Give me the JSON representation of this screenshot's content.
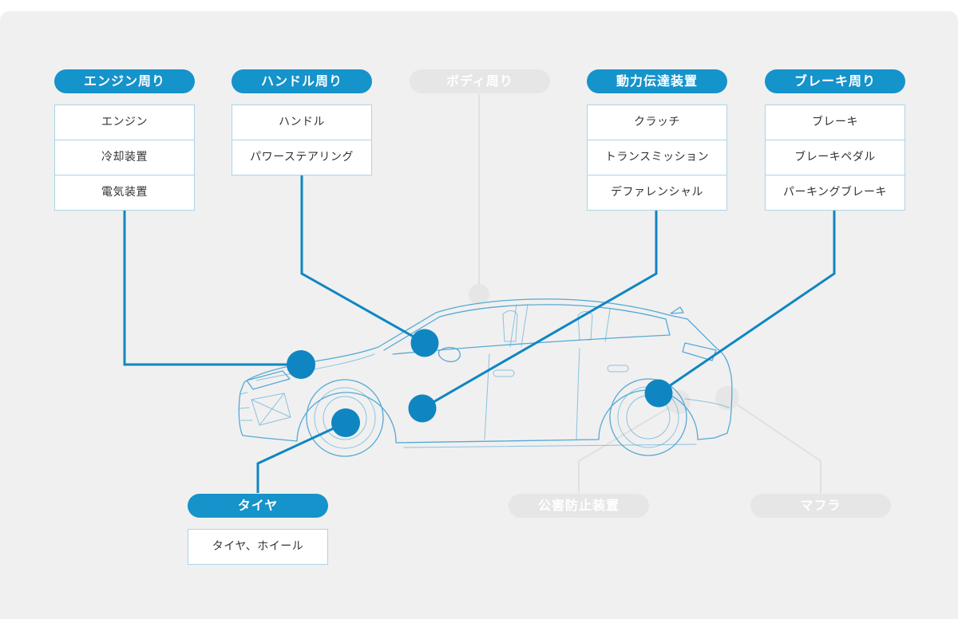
{
  "colors": {
    "pageBg": "#ffffff",
    "cardBg": "#f0f0f0",
    "accent": "#1593cb",
    "connector": "#0f86c2",
    "inactive": "#e6e6e6",
    "grayConnector": "#e0e0e0",
    "grayDot": "#e6e6e6",
    "carLine": "#55a9d6",
    "boxBorder": "#abd3e8",
    "itemText": "#333333",
    "pillText": "#ffffff"
  },
  "groups": [
    {
      "label": "エンジン周り",
      "active": true,
      "items": [
        "エンジン",
        "冷却装置",
        "電気装置"
      ]
    },
    {
      "label": "ハンドル周り",
      "active": true,
      "items": [
        "ハンドル",
        "パワーステアリング"
      ]
    },
    {
      "label": "ボディ周り",
      "active": false,
      "items": []
    },
    {
      "label": "動力伝達装置",
      "active": true,
      "items": [
        "クラッチ",
        "トランスミッション",
        "デファレンシャル"
      ]
    },
    {
      "label": "ブレーキ周り",
      "active": true,
      "items": [
        "ブレーキ",
        "ブレーキペダル",
        "パーキングブレーキ"
      ]
    },
    {
      "label": "タイヤ",
      "active": true,
      "items": [
        "タイヤ、ホイール"
      ]
    },
    {
      "label": "公害防止装置",
      "active": false,
      "items": []
    },
    {
      "label": "マフラ",
      "active": false,
      "items": []
    }
  ]
}
